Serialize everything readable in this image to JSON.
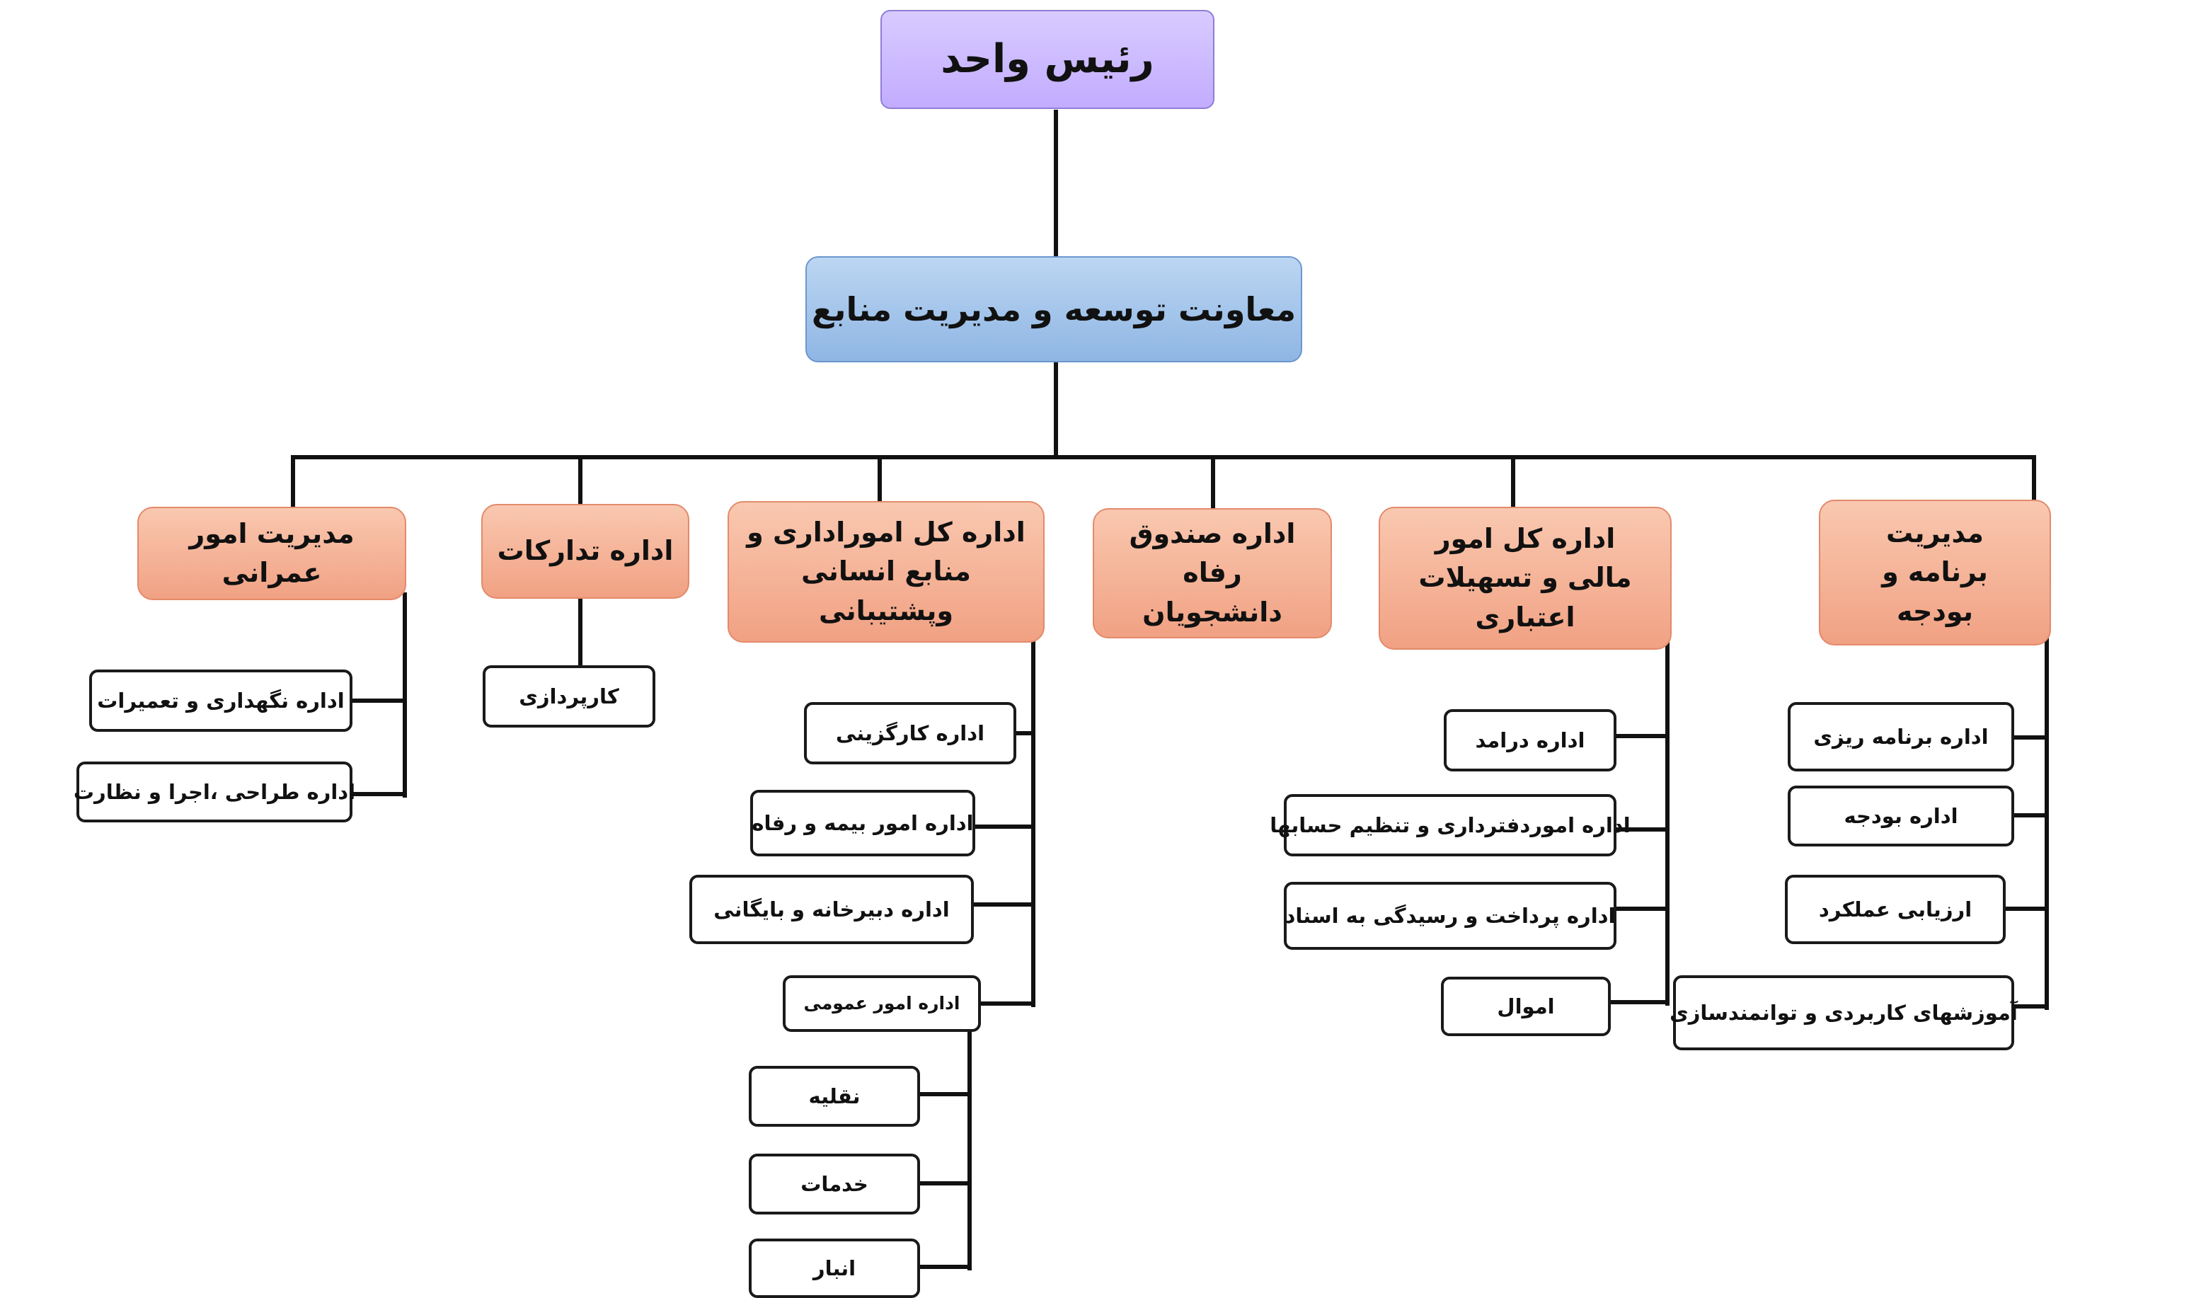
{
  "head": "رئیس واحد",
  "deputy": "معاونت توسعه و مدیریت منابع",
  "departments": {
    "civil": "مدیریت امور عمرانی",
    "procurement": "اداره تدارکات",
    "hr": "اداره کل اموراداری و منابع انسانی وپشتیبانی",
    "welfare_fund": "اداره صندوق رفاه دانشجویان",
    "finance": "اداره کل امور مالی و تسهیلات اعتباری",
    "budget": "مدیریت برنامه و بودجه"
  },
  "units": {
    "civil": [
      "اداره نگهداری و تعمیرات",
      "اداره طراحی ،اجرا و نظارت"
    ],
    "procurement": [
      "کارپردازی"
    ],
    "hr": [
      "اداره کارگزینی",
      "اداره امور بیمه و رفاه",
      "اداره دبیرخانه و بایگانی",
      "اداره امور عمومی"
    ],
    "general_affairs": [
      "نقلیه",
      "خدمات",
      "انبار"
    ],
    "finance": [
      "اداره درامد",
      "اداره اموردفترداری و تنظیم حسابها",
      "اداره پرداخت و رسیدگی به اسناد",
      "اموال"
    ],
    "budget": [
      "اداره برنامه ریزی",
      "اداره بودجه",
      "ارزیابی عملکرد",
      "آموزشهای کاربردی و توانمندسازی"
    ]
  }
}
